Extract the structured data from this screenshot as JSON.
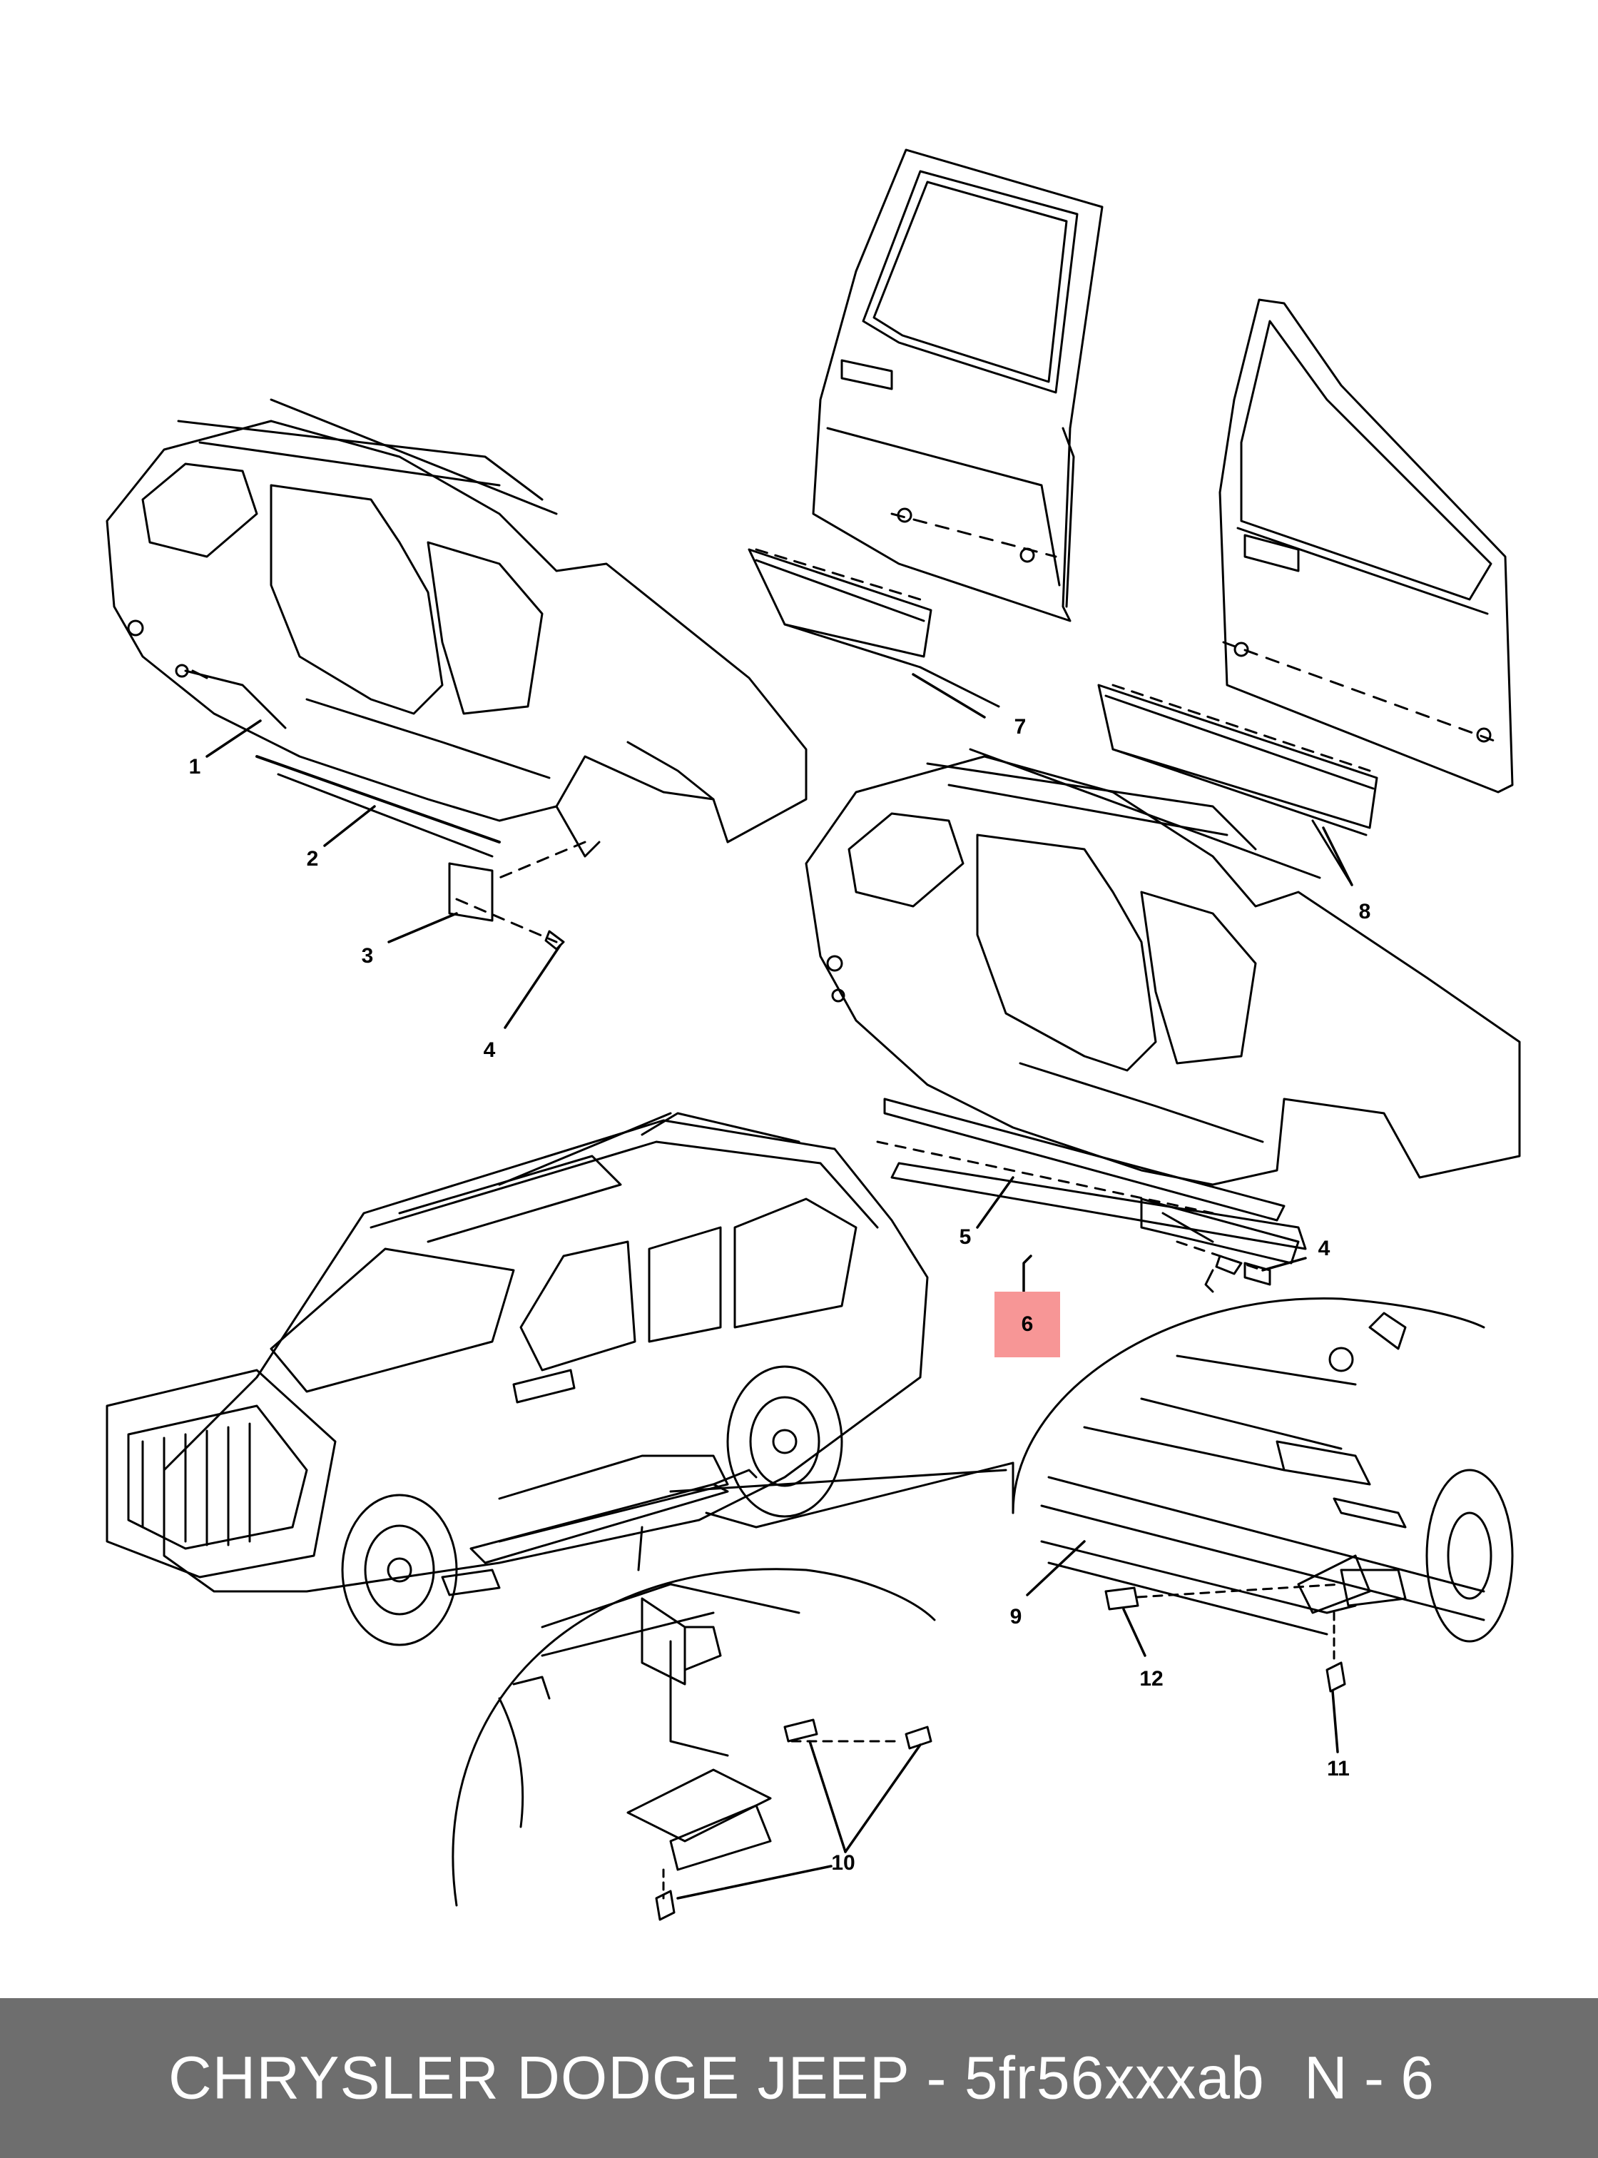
{
  "callouts": {
    "c1": "1",
    "c2": "2",
    "c3": "3",
    "c4a": "4",
    "c4b": "4",
    "c5": "5",
    "c6": "6",
    "c7": "7",
    "c8": "8",
    "c9": "9",
    "c10": "10",
    "c11": "11",
    "c12": "12"
  },
  "footer": {
    "title": "CHRYSLER DODGE JEEP - 5fr56xxxab",
    "page": "N - 6"
  },
  "colors": {
    "highlight": "#f79696",
    "footer_bg": "#6e6e6e",
    "footer_text": "#ffffff",
    "line": "#000000"
  }
}
